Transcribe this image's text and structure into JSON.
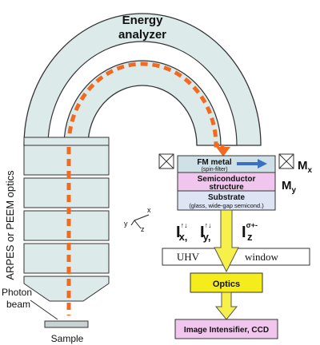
{
  "analyzer": {
    "line1": "Energy",
    "line2": "analyzer"
  },
  "optics_column": {
    "label": "ARPES or PEEM optics"
  },
  "photon_beam": {
    "line1": "Photon",
    "line2": "beam"
  },
  "sample": {
    "label": "Sample"
  },
  "stack": {
    "fm_metal": {
      "title": "FM metal",
      "sub": "(spin-filter)"
    },
    "semiconductor": {
      "line1": "Semiconductor",
      "line2": "structure"
    },
    "substrate": {
      "title": "Substrate",
      "sub": "(glass, wide-gap semicond.)"
    }
  },
  "magnetization": {
    "mx": "M",
    "mx_sub": "x",
    "my": "M",
    "my_sub": "y"
  },
  "axes": {
    "x": "x",
    "y": "y",
    "z": "z"
  },
  "intensities": {
    "ix": {
      "sym": "I",
      "sub": "x,",
      "sup": "↑↓"
    },
    "iy": {
      "sym": "I",
      "sub": "y,",
      "sup": "↑↓"
    },
    "iz": {
      "sym": "I",
      "sub": "z",
      "sup": "σ+-"
    }
  },
  "uhv": {
    "left": "UHV",
    "right": "window"
  },
  "optics_box": {
    "label": "Optics"
  },
  "detector": {
    "label": "Image Intensifier, CCD"
  },
  "colors": {
    "beam": "#f26a21",
    "analyzer_fill": "#dceaea",
    "fm_fill": "#cfe0e7",
    "semi_fill": "#f1c6ee",
    "substrate_fill": "#dde4f4",
    "optics_fill": "#f5ec1c",
    "detector_fill": "#f1c6ee",
    "arrow_fill": "#f7f04a",
    "spin_arrow": "#3b6fc4"
  }
}
